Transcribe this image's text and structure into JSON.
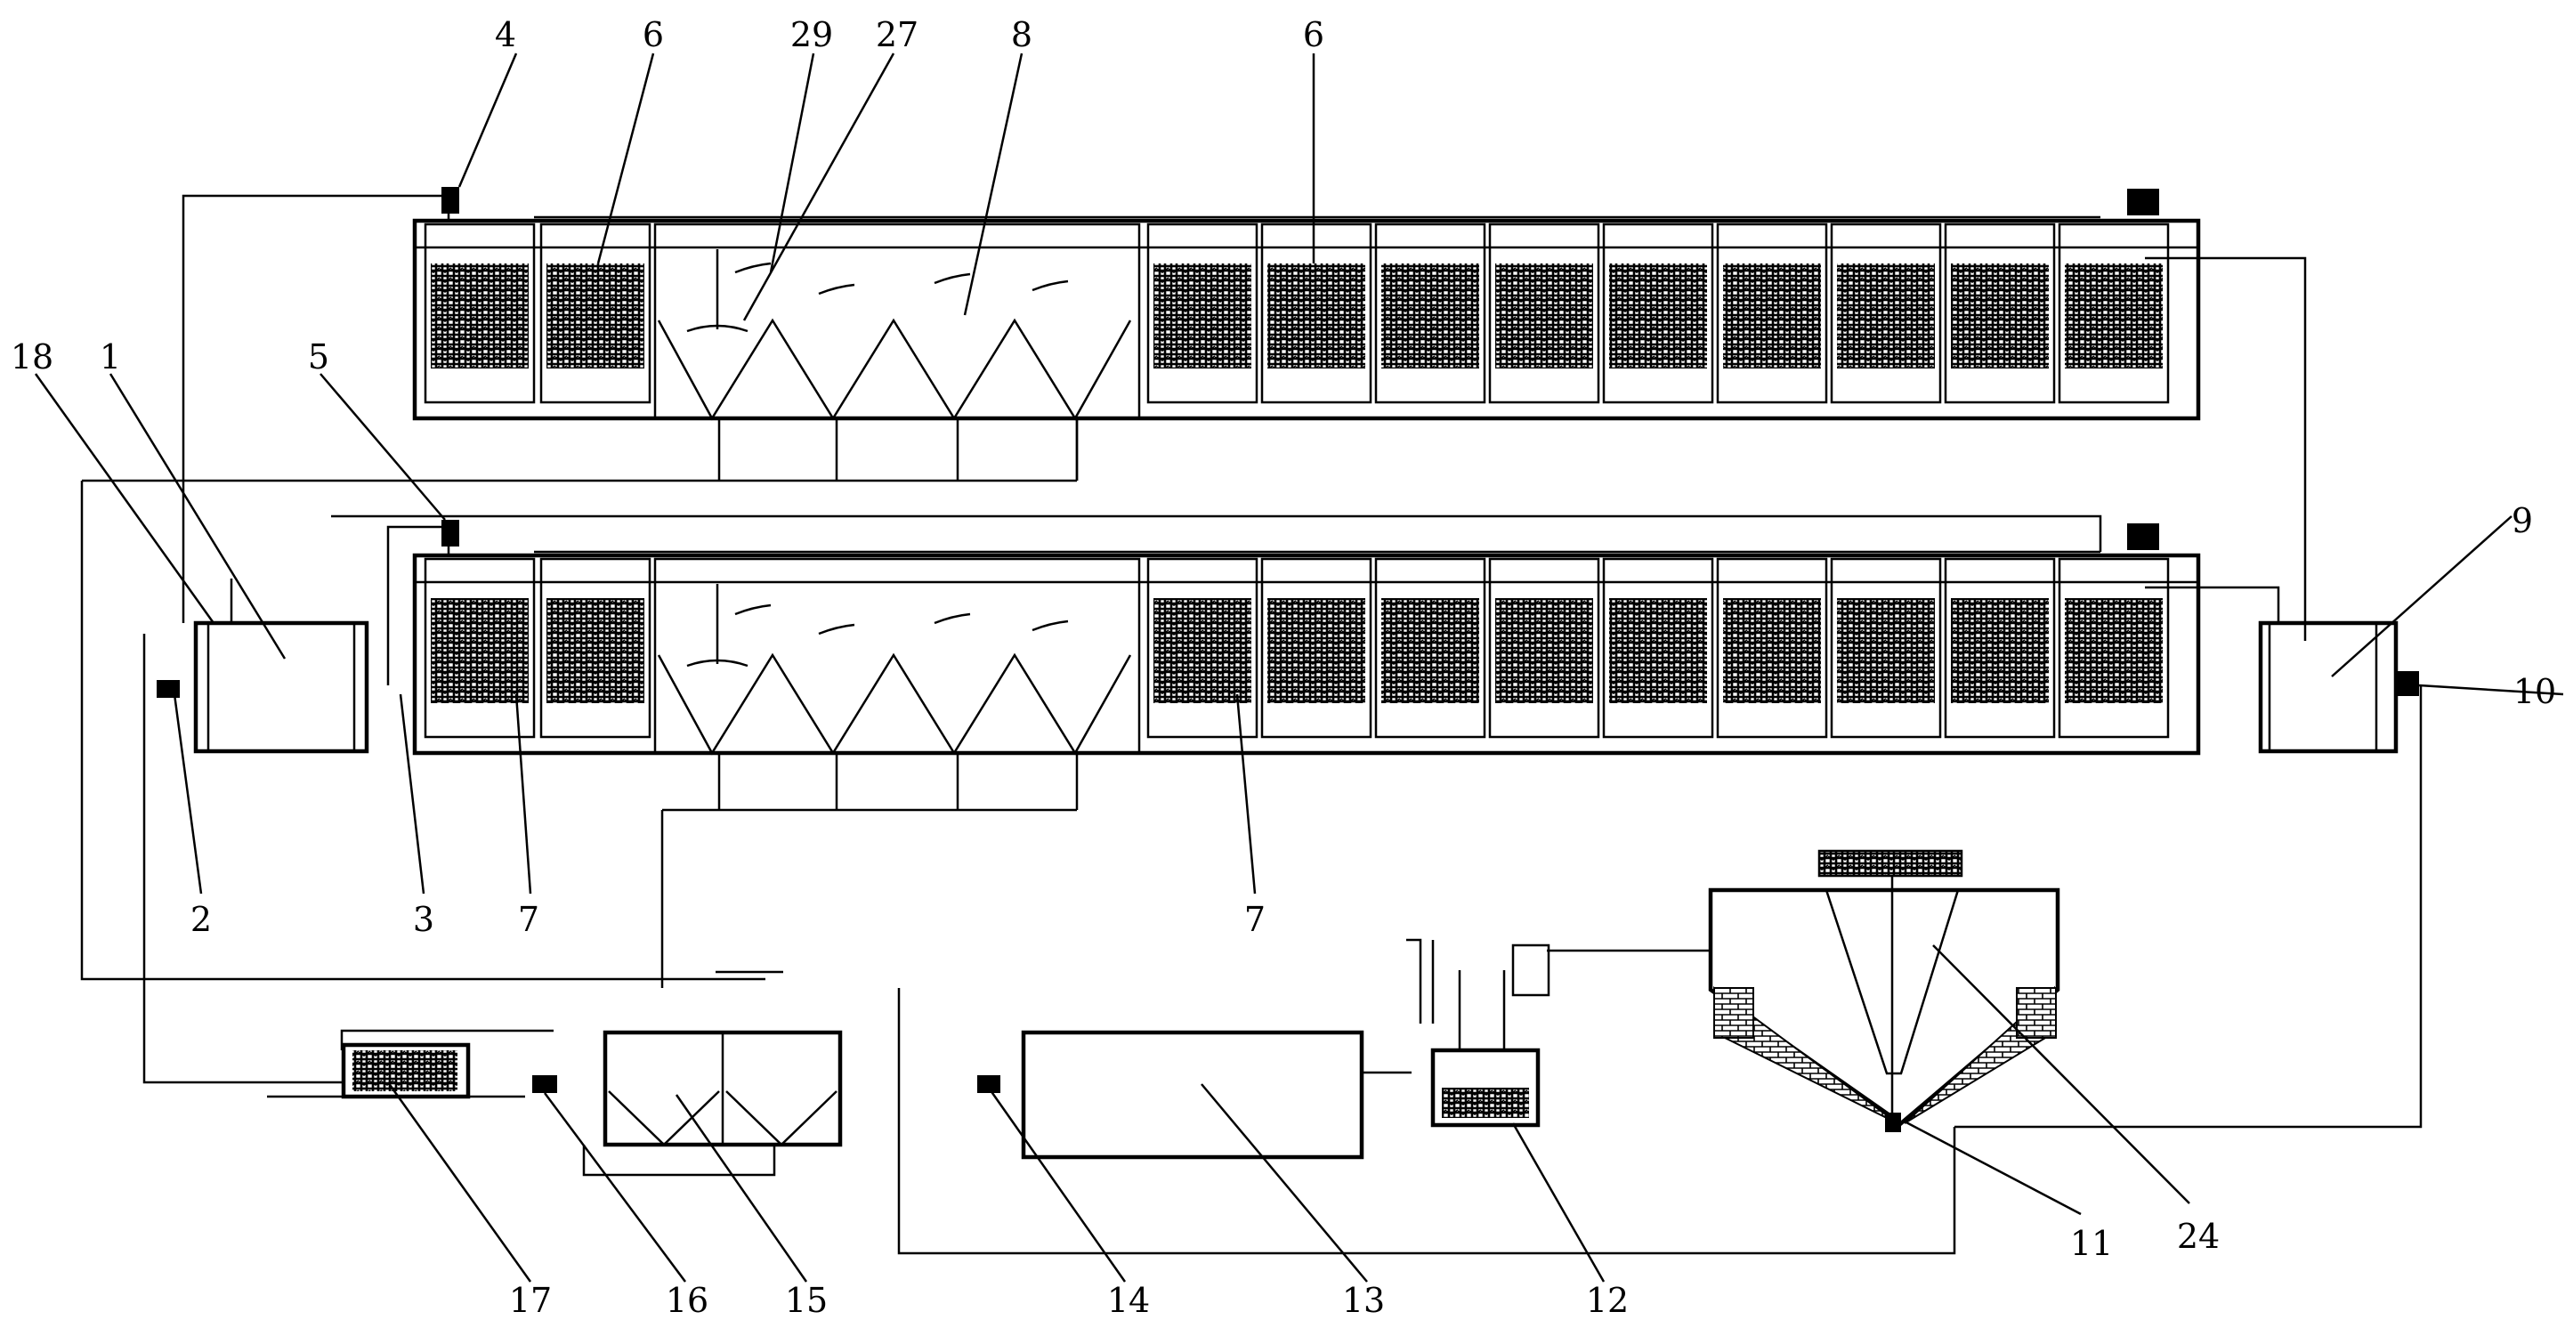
{
  "labels": {
    "l1": "1",
    "l2": "2",
    "l3": "3",
    "l4": "4",
    "l5": "5",
    "l6a": "6",
    "l6b": "6",
    "l7a": "7",
    "l7b": "7",
    "l8": "8",
    "l9": "9",
    "l10": "10",
    "l11": "11",
    "l12": "12",
    "l13": "13",
    "l14": "14",
    "l15": "15",
    "l16": "16",
    "l17": "17",
    "l18": "18",
    "l24": "24",
    "l27": "27",
    "l29": "29"
  }
}
